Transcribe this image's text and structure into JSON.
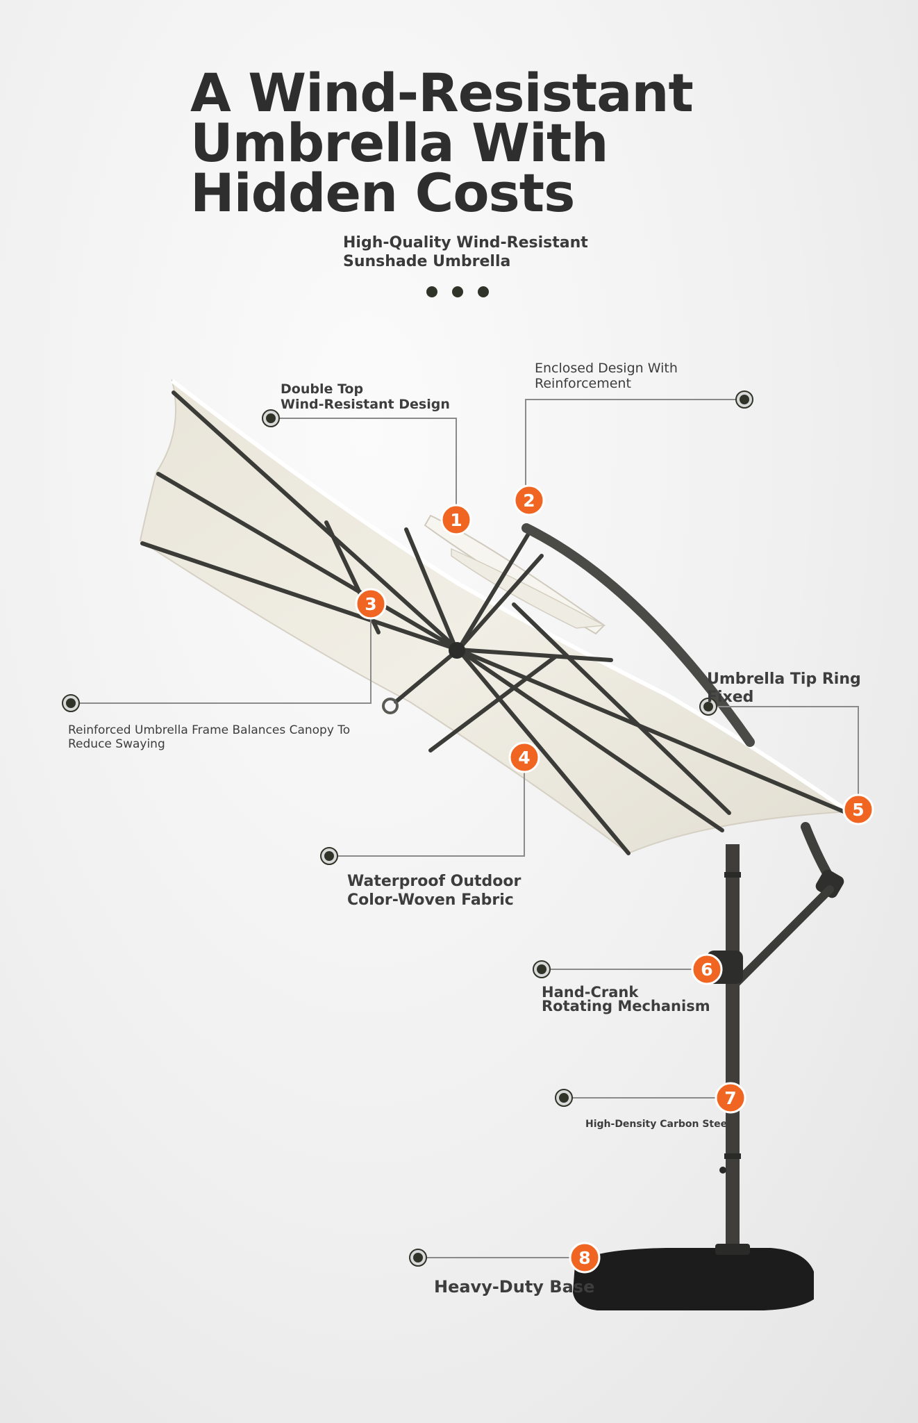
{
  "title_lines": [
    "A Wind-Resistant",
    "Umbrella With",
    "Hidden Costs"
  ],
  "subtitle_lines": [
    "High-Quality Wind-Resistant",
    "Sunshade Umbrella"
  ],
  "colors": {
    "accent_orange": "#f16522",
    "pointer_dark": "#2f3328",
    "pointer_line": "#8a8a8a",
    "title_text": "#2e2e2e",
    "canopy": "#ece8dd",
    "frame": "#3b3b38",
    "base": "#1c1c1c"
  },
  "callouts": [
    {
      "number": "1",
      "lines": [
        "Double Top",
        "Wind-Resistant Design"
      ]
    },
    {
      "number": "2",
      "lines": [
        "Enclosed Design With",
        "Reinforcement"
      ]
    },
    {
      "number": "3",
      "lines": [
        "Reinforced Umbrella Frame Balances Canopy To",
        "Reduce Swaying"
      ]
    },
    {
      "number": "4",
      "lines": [
        "Waterproof Outdoor",
        "Color-Woven Fabric"
      ]
    },
    {
      "number": "5",
      "lines": [
        "Umbrella Tip Ring",
        "Fixed"
      ]
    },
    {
      "number": "6",
      "lines": [
        "Hand-Crank",
        "Rotating Mechanism"
      ]
    },
    {
      "number": "7",
      "lines": [
        "High-Density Carbon Steel"
      ]
    },
    {
      "number": "8",
      "lines": [
        "Heavy-Duty Base"
      ]
    }
  ]
}
